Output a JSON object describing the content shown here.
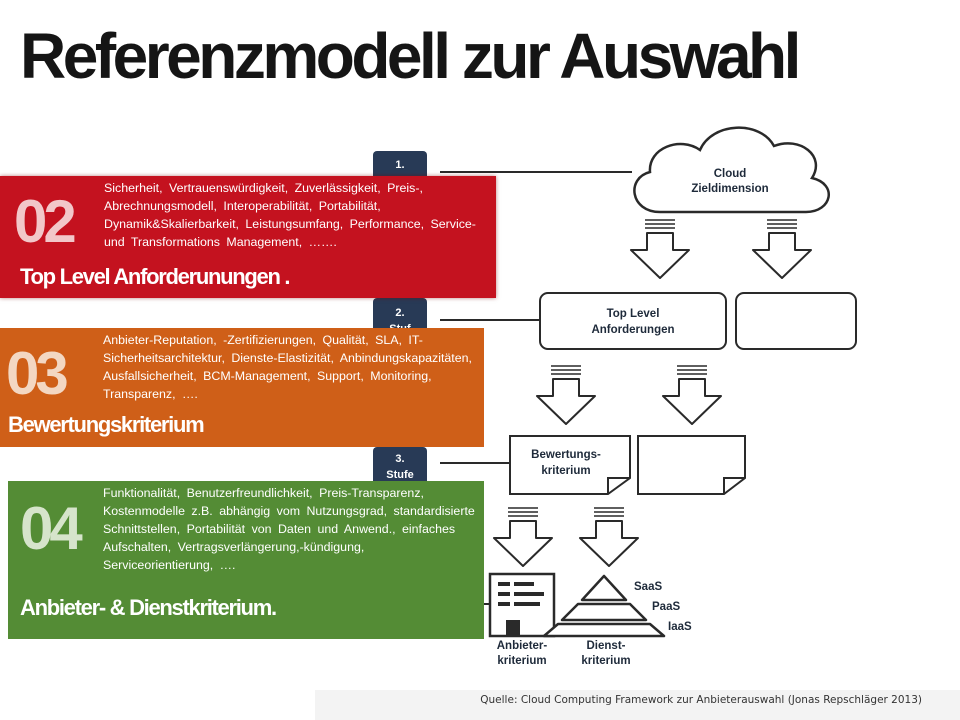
{
  "title": "Referenzmodell zur Auswahl",
  "panels": {
    "p02": {
      "number": "02",
      "description": "Sicherheit, Vertrauenswürdigkeit, Zuverlässigkeit, Preis-, Abrechnungsmodell, Interoperabilität, Portabilität, Dynamik&Skalierbarkeit, Leistungsumfang, Performance, Service- und Transformations Management, …….",
      "label": "Top Level Anforderunungen ."
    },
    "p03": {
      "number": "03",
      "description": "Anbieter-Reputation, -Zertifizierungen, Qualität, SLA, IT-Sicherheitsarchitektur, Dienste-Elastizität, Anbindungskapazitäten, Ausfallsicherheit, BCM-Management, Support, Monitoring, Transparenz, ….",
      "label": "Bewertungskriterium"
    },
    "p04": {
      "number": "04",
      "description": "Funktionalität, Benutzerfreundlichkeit, Preis-Transparenz, Kostenmodelle z.B. abhängig vom Nutzungsgrad, standardisierte Schnittstellen, Portabilität von Daten und Anwend., einfaches Aufschalten, Vertragsverlängerung,-kündigung, Serviceorientierung, ….",
      "label": "Anbieter- & Dienstkriterium."
    }
  },
  "diagram": {
    "stage1": "1.",
    "stage2_line1": "2.",
    "stage2_line2": "Stuf",
    "stage3_line1": "3.",
    "stage3_line2": "Stufe",
    "cloud_line1": "Cloud",
    "cloud_line2": "Zieldimension",
    "top_level_line1": "Top Level",
    "top_level_line2": "Anforderungen",
    "bewertung_line1": "Bewertungs-",
    "bewertung_line2": "kriterium",
    "anbieter_line1": "Anbieter-",
    "anbieter_line2": "kriterium",
    "dienst_line1": "Dienst-",
    "dienst_line2": "kriterium",
    "saas": "SaaS",
    "paas": "PaaS",
    "iaas": "IaaS"
  },
  "source": "Quelle: Cloud Computing Framework zur Anbieterauswahl (Jonas Repschläger 2013)",
  "colors": {
    "panel02": "#c4121f",
    "panel03": "#cf5f18",
    "panel04": "#548c35",
    "stage_badge": "#283a56"
  }
}
